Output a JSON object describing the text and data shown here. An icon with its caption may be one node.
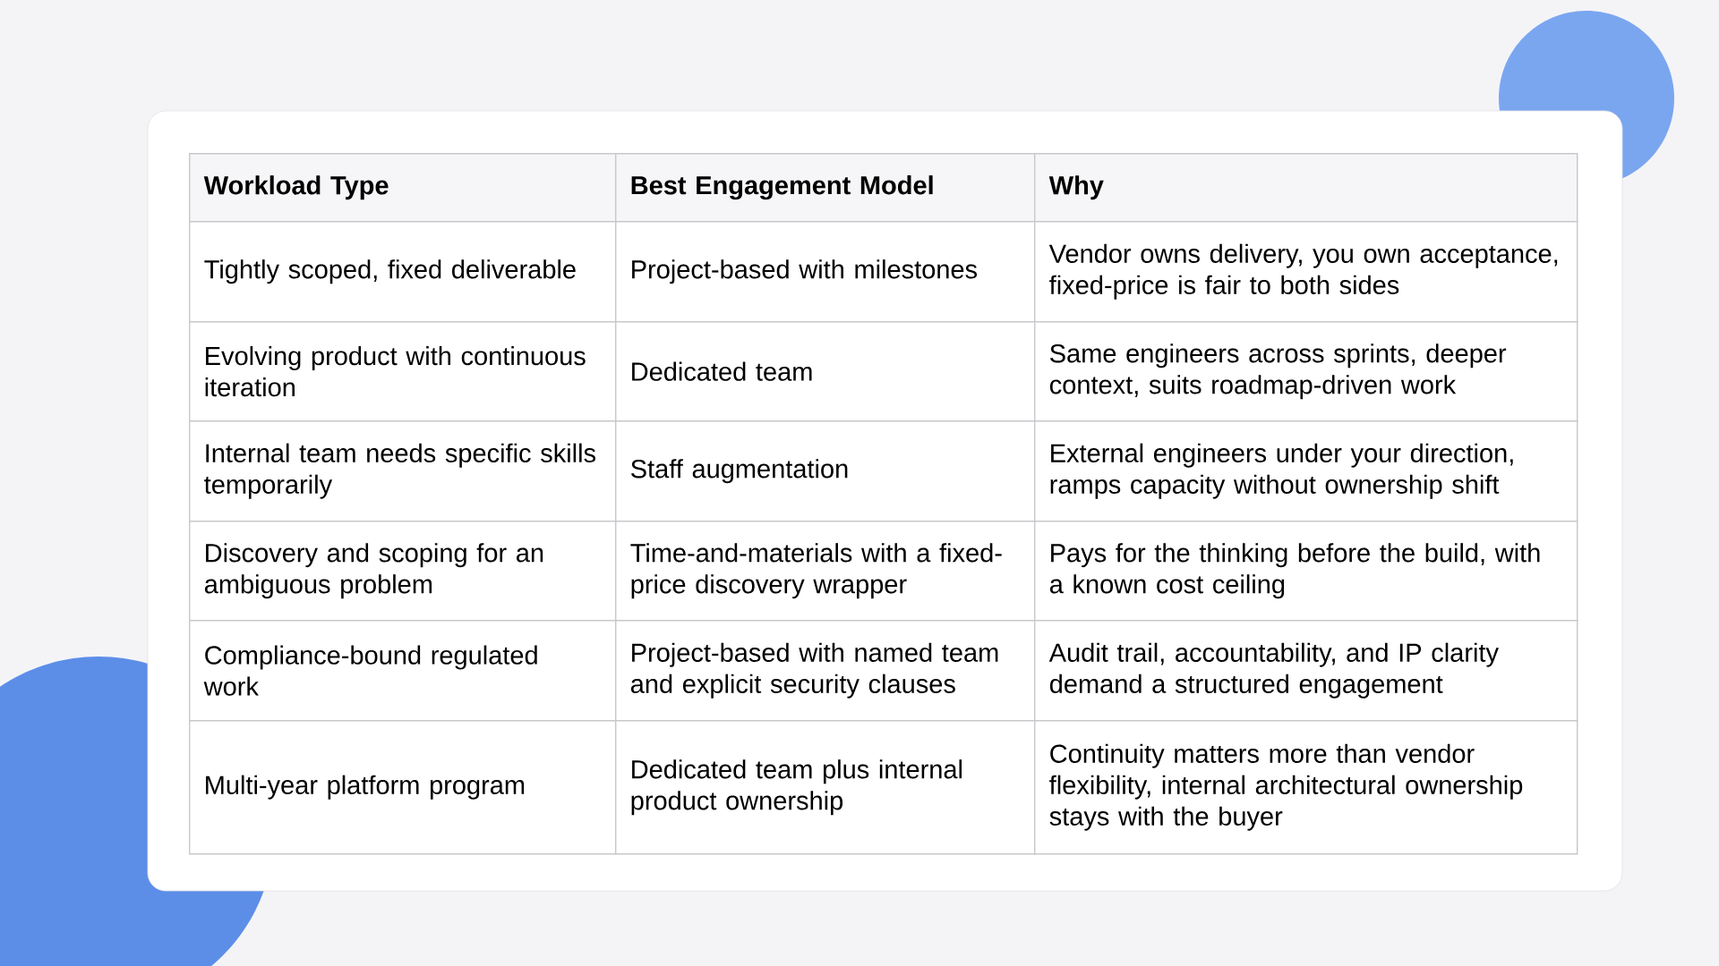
{
  "diagram": {
    "labels": [
      "Workload Type",
      "Best Engagement Model",
      "Why",
      "Tightly scoped, fixed deliverable",
      "Project-based with milestones",
      "Vendor owns delivery, you own acceptance, fixed-price is fair to both sides",
      "Evolving product with continuous iteration",
      "Dedicated team",
      "Same engineers across sprints, deeper context, suits roadmap-driven work",
      "Internal team needs specific skills temporarily",
      "Staff augmentation",
      "External engineers under your direction, ramps capacity without ownership shift",
      "Discovery and scoping for an ambiguous problem",
      "Time-and-materials with a fixed-price discovery wrapper",
      "Pays for the thinking before the build, with a known cost ceiling",
      "Compliance-bound regulated work",
      "Project-based with named team and explicit security clauses",
      "Audit trail, accountability, and IP clarity demand a structured engagement",
      "Multi-year platform program",
      "Dedicated team plus internal product ownership",
      "Continuity matters more than vendor flexibility, internal architectural ownership stays with the buyer"
    ]
  }
}
